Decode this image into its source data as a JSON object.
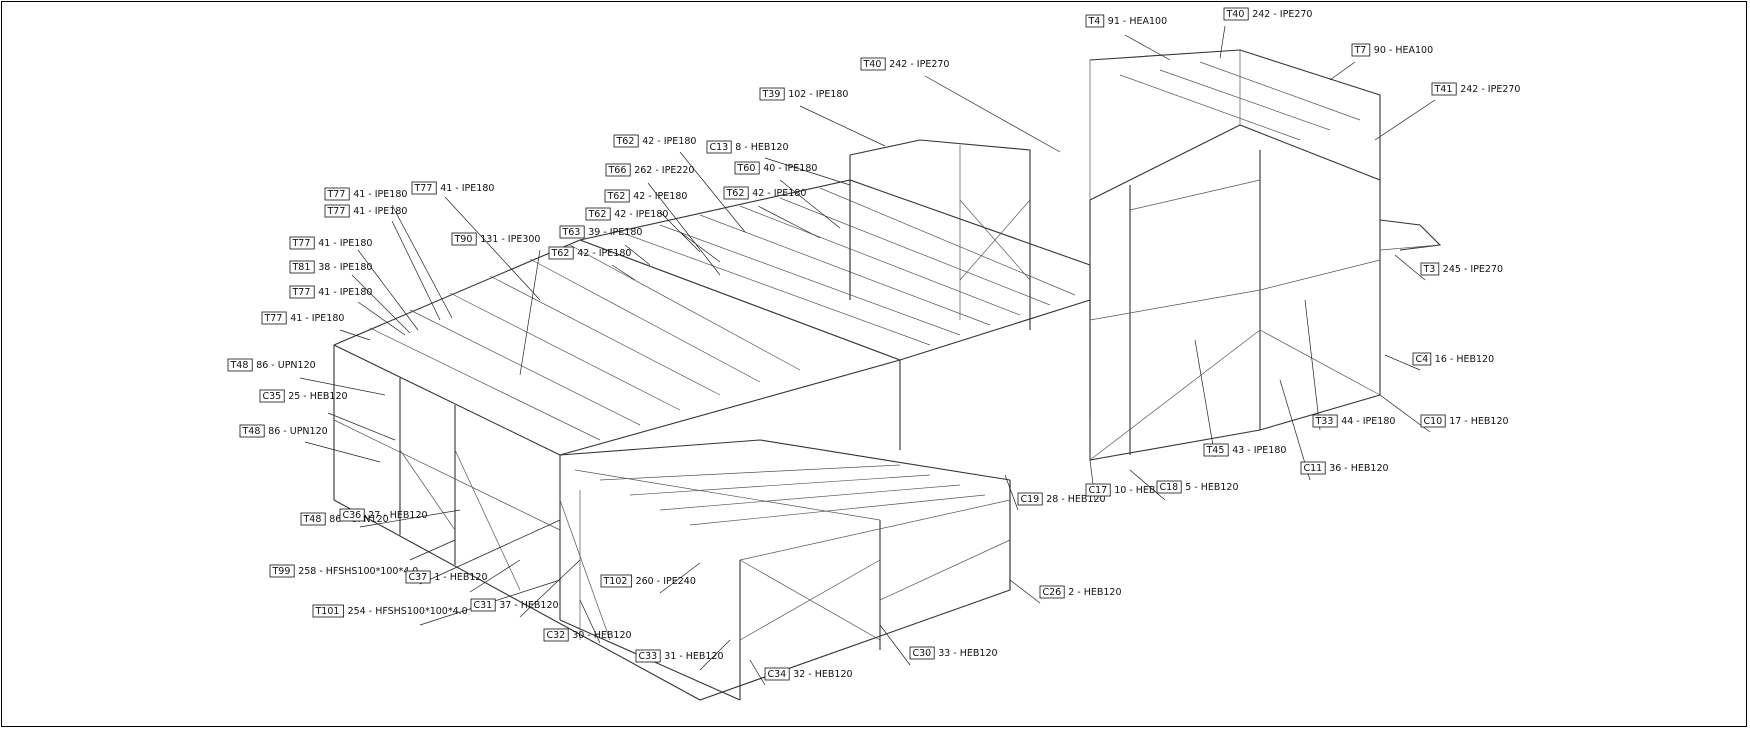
{
  "callouts": [
    {
      "code": "T4",
      "text": "91 - HEA100"
    },
    {
      "code": "T40",
      "text": "242 - IPE270"
    },
    {
      "code": "T7",
      "text": "90 - HEA100"
    },
    {
      "code": "T40",
      "text": "242 - IPE270"
    },
    {
      "code": "T41",
      "text": "242 - IPE270"
    },
    {
      "code": "T39",
      "text": "102 - IPE180"
    },
    {
      "code": "T62",
      "text": "42 - IPE180"
    },
    {
      "code": "C13",
      "text": "8 - HEB120"
    },
    {
      "code": "T66",
      "text": "262 - IPE220"
    },
    {
      "code": "T60",
      "text": "40 - IPE180"
    },
    {
      "code": "T62",
      "text": "42 - IPE180"
    },
    {
      "code": "T62",
      "text": "42 - IPE180"
    },
    {
      "code": "T62",
      "text": "42 - IPE180"
    },
    {
      "code": "T63",
      "text": "39 - IPE180"
    },
    {
      "code": "T62",
      "text": "42 - IPE180"
    },
    {
      "code": "T77",
      "text": "41 - IPE180"
    },
    {
      "code": "T77",
      "text": "41 - IPE180"
    },
    {
      "code": "T77",
      "text": "41 - IPE180"
    },
    {
      "code": "T90",
      "text": "131 - IPE300"
    },
    {
      "code": "T77",
      "text": "41 - IPE180"
    },
    {
      "code": "T81",
      "text": "38 - IPE180"
    },
    {
      "code": "T77",
      "text": "41 - IPE180"
    },
    {
      "code": "T77",
      "text": "41 - IPE180"
    },
    {
      "code": "T48",
      "text": "86 - UPN120"
    },
    {
      "code": "C35",
      "text": "25 - HEB120"
    },
    {
      "code": "T48",
      "text": "86 - UPN120"
    },
    {
      "code": "T48",
      "text": "86 - UPN120"
    },
    {
      "code": "C36",
      "text": "27 - HEB120"
    },
    {
      "code": "T99",
      "text": "258 - HFSHS100*100*4.0"
    },
    {
      "code": "C37",
      "text": "1 - HEB120"
    },
    {
      "code": "T101",
      "text": "254 - HFSHS100*100*4.0"
    },
    {
      "code": "C31",
      "text": "37 - HEB120"
    },
    {
      "code": "T102",
      "text": "260 - IPE240"
    },
    {
      "code": "C32",
      "text": "30 - HEB120"
    },
    {
      "code": "C33",
      "text": "31 - HEB120"
    },
    {
      "code": "C34",
      "text": "32 - HEB120"
    },
    {
      "code": "C30",
      "text": "33 - HEB120"
    },
    {
      "code": "C26",
      "text": "2 - HEB120"
    },
    {
      "code": "C19",
      "text": "28 - HEB120"
    },
    {
      "code": "C17",
      "text": "10 - HEB120"
    },
    {
      "code": "C18",
      "text": "5 - HEB120"
    },
    {
      "code": "T45",
      "text": "43 - IPE180"
    },
    {
      "code": "C11",
      "text": "36 - HEB120"
    },
    {
      "code": "T33",
      "text": "44 - IPE180"
    },
    {
      "code": "C10",
      "text": "17 - HEB120"
    },
    {
      "code": "C4",
      "text": "16 - HEB120"
    },
    {
      "code": "T3",
      "text": "245 - IPE270"
    }
  ]
}
